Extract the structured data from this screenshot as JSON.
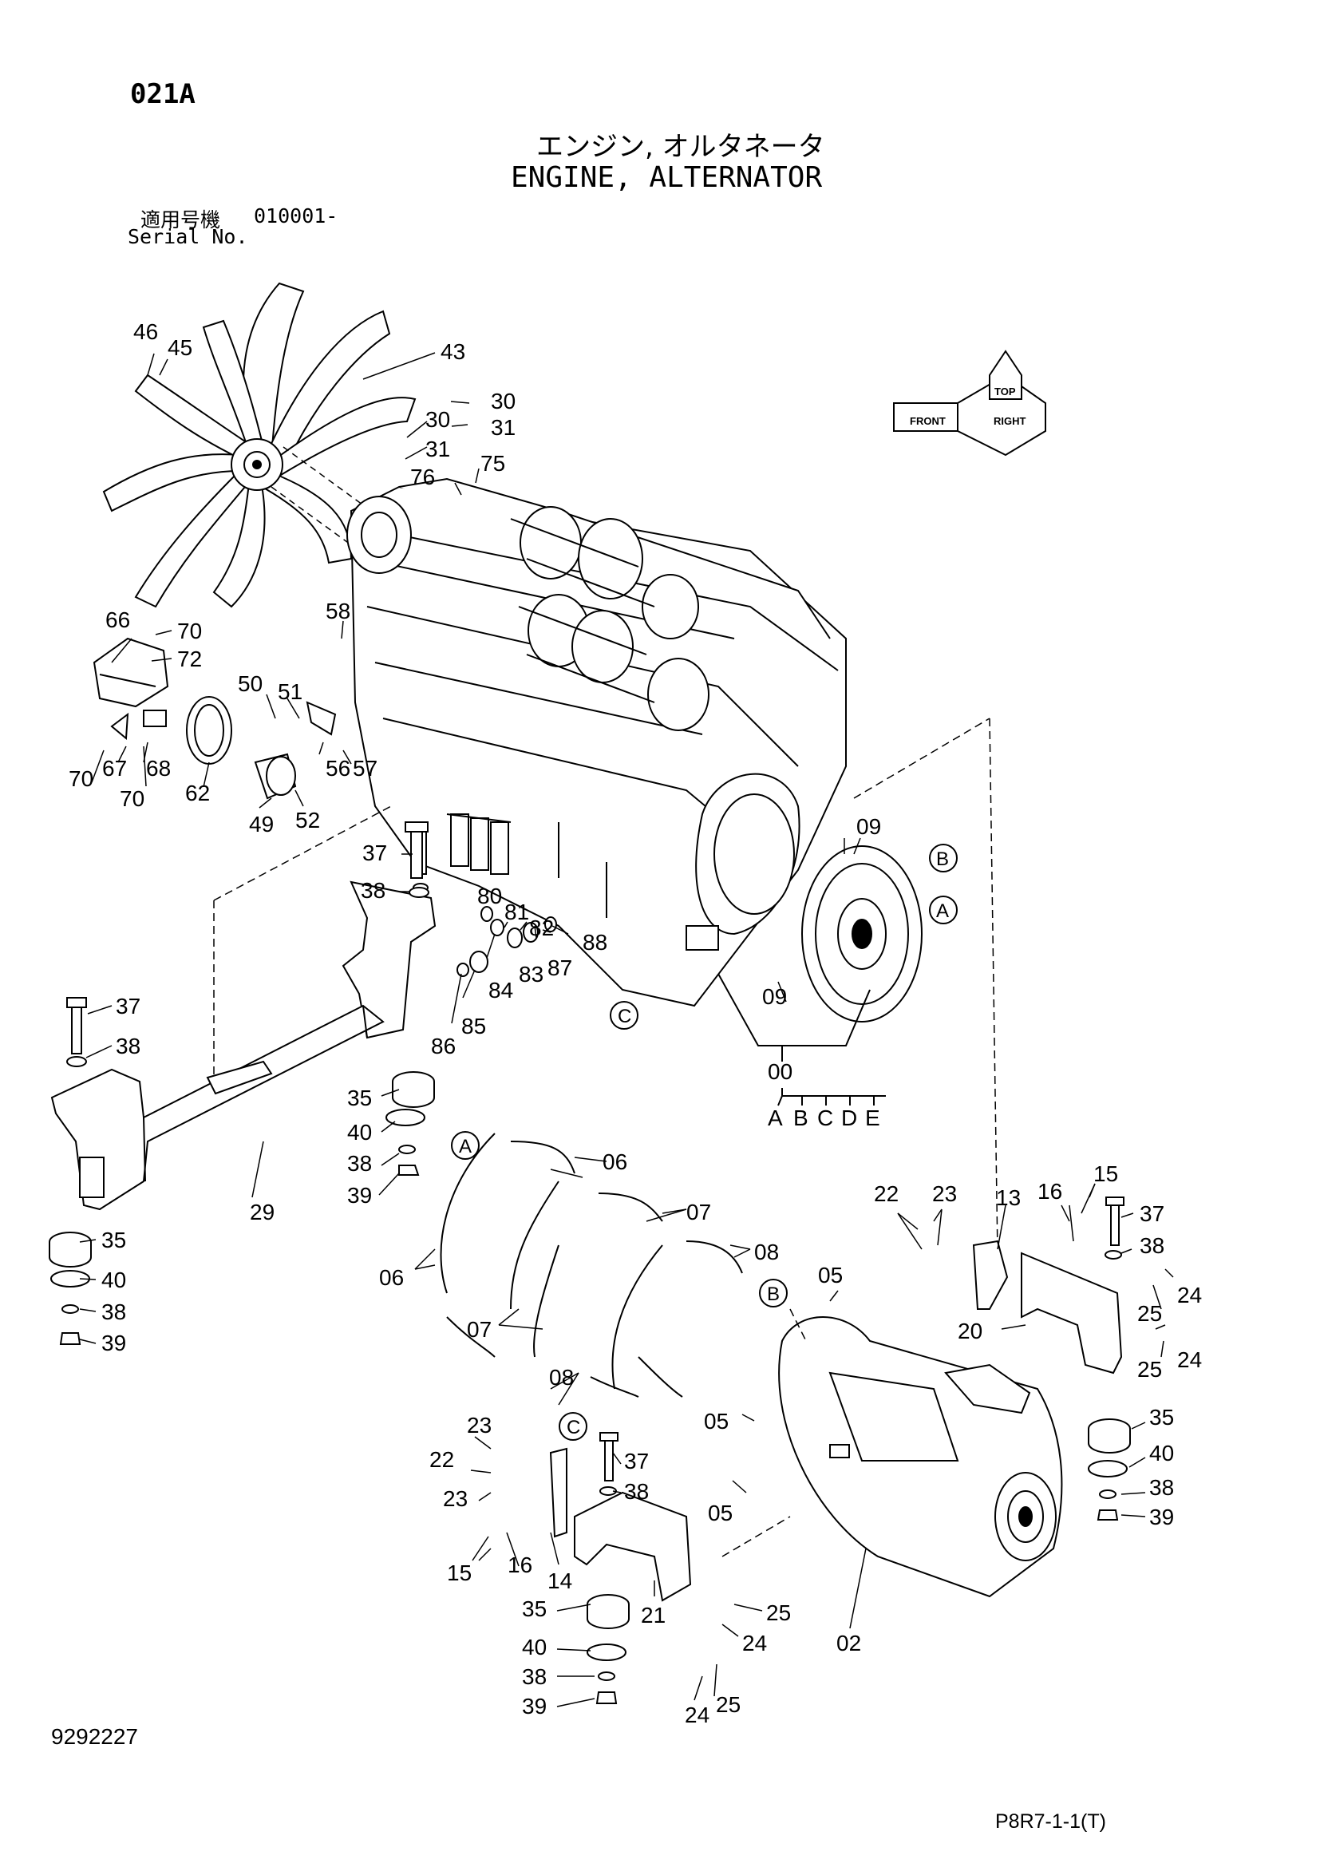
{
  "page_code": "021A",
  "title_jp": "エンジン, オルタネータ",
  "title_en": "ENGINE, ALTERNATOR",
  "serial": {
    "label_jp": "適用号機",
    "value": "010001-",
    "label_en": "Serial No."
  },
  "doc_number": "9292227",
  "page_ref": "P8R7-1-1(T)",
  "orientation_badge": {
    "labels": [
      "FRONT",
      "TOP",
      "RIGHT"
    ]
  },
  "sub_assembly": {
    "parent_label": "00",
    "letters": [
      "A",
      "B",
      "C",
      "D",
      "E"
    ]
  },
  "ref_circles": [
    "A",
    "B",
    "A",
    "B",
    "C",
    "C"
  ],
  "callouts": [
    "46",
    "45",
    "43",
    "30",
    "30",
    "31",
    "31",
    "75",
    "76",
    "58",
    "66",
    "70",
    "72",
    "50",
    "51",
    "56",
    "57",
    "62",
    "49",
    "52",
    "67",
    "68",
    "70",
    "70",
    "37",
    "38",
    "80",
    "81",
    "82",
    "83",
    "84",
    "85",
    "86",
    "87",
    "88",
    "09",
    "09",
    "37",
    "38",
    "35",
    "40",
    "38",
    "39",
    "29",
    "35",
    "40",
    "38",
    "39",
    "06",
    "06",
    "07",
    "07",
    "08",
    "08",
    "05",
    "05",
    "05",
    "22",
    "23",
    "13",
    "16",
    "15",
    "37",
    "38",
    "24",
    "25",
    "20",
    "25",
    "24",
    "35",
    "40",
    "38",
    "39",
    "23",
    "22",
    "23",
    "37",
    "38",
    "15",
    "16",
    "14",
    "35",
    "40",
    "38",
    "39",
    "21",
    "25",
    "24",
    "24",
    "25",
    "02"
  ]
}
